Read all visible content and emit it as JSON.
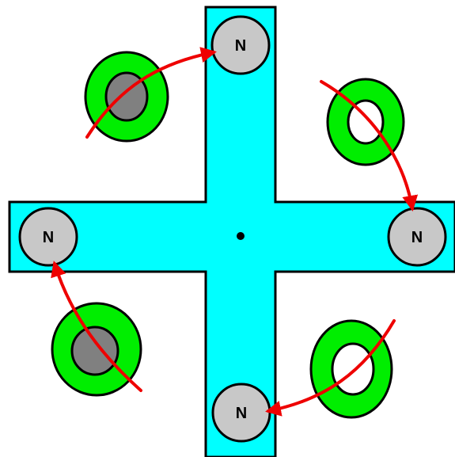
{
  "colors": {
    "background": "#ffffff",
    "rotor": "#00ffff",
    "magnet_pole": "#c8c8c8",
    "coil_ring": "#00ee00",
    "coil_core_filled": "#808080",
    "coil_core_empty": "#ffffff",
    "arrow": "#ee0000",
    "outline": "#000000"
  },
  "rotor": {
    "center_icon": "center-dot"
  },
  "poles": [
    {
      "id": "top",
      "label": "N"
    },
    {
      "id": "left",
      "label": "N"
    },
    {
      "id": "right",
      "label": "N"
    },
    {
      "id": "bottom",
      "label": "N"
    }
  ],
  "coils": [
    {
      "id": "upper-left",
      "core": "filled"
    },
    {
      "id": "upper-right",
      "core": "empty"
    },
    {
      "id": "lower-left",
      "core": "filled"
    },
    {
      "id": "lower-right",
      "core": "empty"
    }
  ],
  "arrows": [
    {
      "id": "to-top-pole"
    },
    {
      "id": "to-right-pole"
    },
    {
      "id": "to-left-pole"
    },
    {
      "id": "to-bottom-pole"
    }
  ]
}
